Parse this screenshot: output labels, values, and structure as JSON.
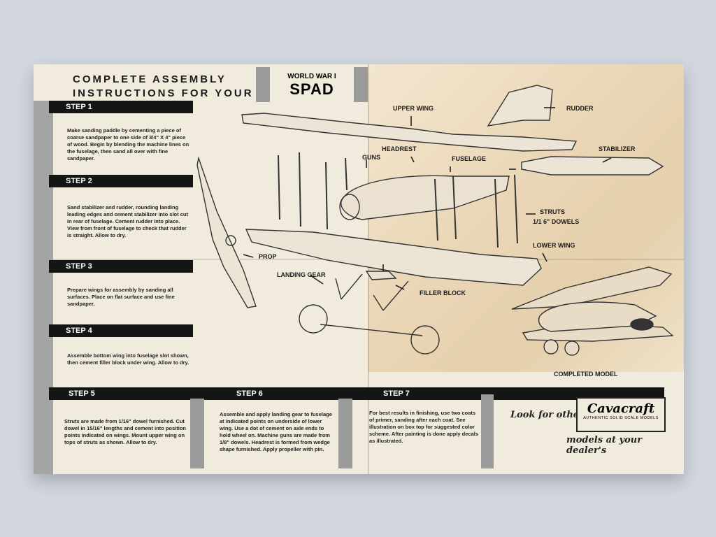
{
  "header": {
    "title_line1": "COMPLETE ASSEMBLY",
    "title_line2": "INSTRUCTIONS FOR YOUR",
    "model_subtitle": "WORLD WAR I",
    "model_name": "SPAD"
  },
  "steps": [
    {
      "label": "STEP 1",
      "text": "Make sanding paddle by cementing a piece of coarse sandpaper to one side of 3/4\" X 4\" piece of wood. Begin by blending the machine lines on the fuselage, then sand all over with fine sandpaper."
    },
    {
      "label": "STEP 2",
      "text": "Sand stabilizer and rudder, rounding landing leading edges and cement stabilizer into slot cut in rear of fuselage. Cement rudder into place. View from front of fuselage to check that rudder is straight. Allow to dry."
    },
    {
      "label": "STEP 3",
      "text": "Prepare wings for assembly by sanding all surfaces. Place on flat surface and use fine sandpaper."
    },
    {
      "label": "STEP 4",
      "text": "Assemble bottom wing into fuselage slot shown, then cement filler block under wing. Allow to dry."
    },
    {
      "label": "STEP 5",
      "text": "Struts are made from 1/16\" dowel furnished. Cut dowel in 15/16\" lengths and cement into position points indicated on wings. Mount upper wing on tops of struts as shown. Allow to dry."
    },
    {
      "label": "STEP 6",
      "text": "Assemble and apply landing gear to fuselage at indicated points on underside of lower wing. Use a dot of cement on axle ends to hold wheel on. Machine guns are made from 1/8\" dowels. Headrest is formed from wedge shape furnished. Apply propeller with pin."
    },
    {
      "label": "STEP 7",
      "text": "For best results in finishing, use two coats of primer, sanding after each coat. See illustration on box top for suggested color scheme. After painting is done apply decals as illustrated."
    }
  ],
  "parts": {
    "upper_wing": "UPPER WING",
    "rudder": "RUDDER",
    "headrest": "HEADREST",
    "guns": "GUNS",
    "fuselage": "FUSELAGE",
    "stabilizer": "STABILIZER",
    "struts": "STRUTS",
    "dowels": "1/1 6\" DOWELS",
    "prop": "PROP",
    "lower_wing": "LOWER WING",
    "landing_gear": "LANDING GEAR",
    "filler_block": "FILLER BLOCK",
    "completed_model": "COMPLETED MODEL"
  },
  "advert": {
    "look_for": "Look for other",
    "brand": "Cavacraft",
    "brand_sub": "AUTHENTIC SOLID SCALE MODELS",
    "dealers": "models at your dealer's"
  },
  "colors": {
    "paper": "#f1ebdd",
    "ink": "#151515",
    "stripe": "#9b9b9b"
  }
}
